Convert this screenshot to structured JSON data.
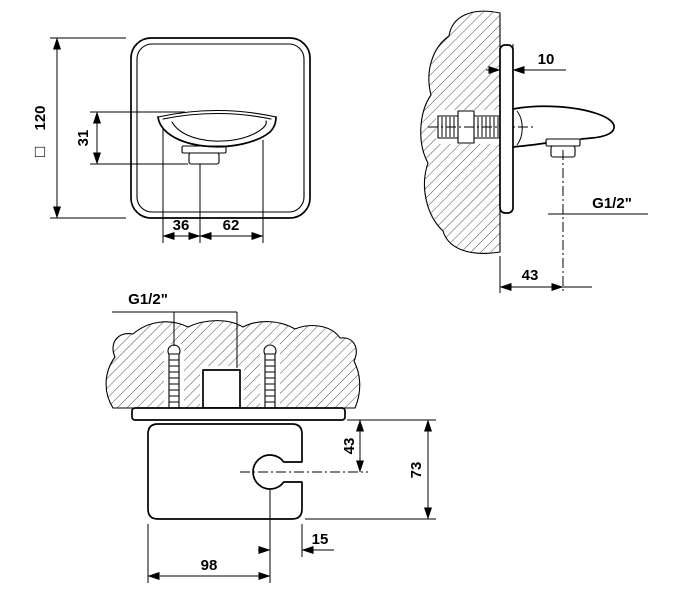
{
  "colors": {
    "line": "#000000",
    "background": "#ffffff"
  },
  "views": {
    "front": {
      "dim_height": "120",
      "square_symbol": "□",
      "dim_spout_height": "31",
      "dim_left": "36",
      "dim_right": "62"
    },
    "side": {
      "dim_plate_thickness": "10",
      "thread_label": "G1/2\"",
      "dim_projection": "43"
    },
    "bottom": {
      "thread_label": "G1/2\"",
      "dim_center_offset": "43",
      "dim_body_height": "73",
      "dim_body_width": "98",
      "dim_aerator_offset": "15"
    }
  }
}
